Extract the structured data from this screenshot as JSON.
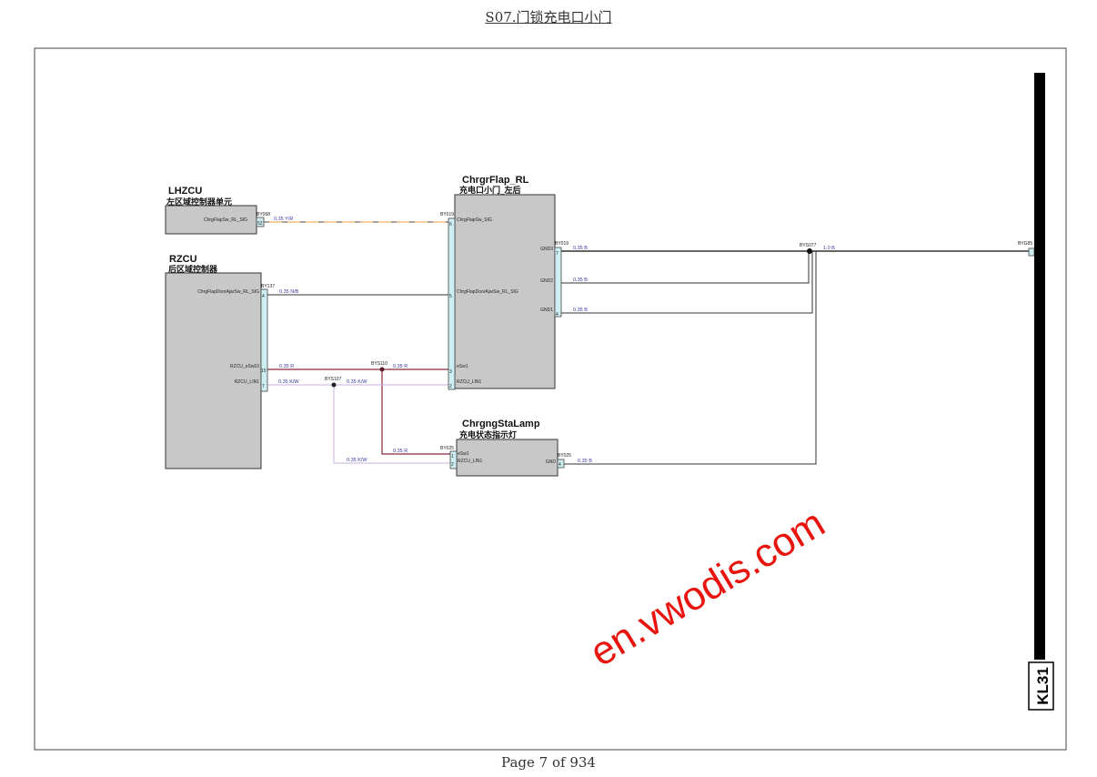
{
  "page_title": "S07.门锁充电口小门",
  "footer": "Page 7 of 934",
  "watermark": "en.vwodis.com",
  "ground_bus": "KL31",
  "components": {
    "lhzcu": {
      "name": "LHZCU",
      "name_cn": "左区域控制器单元",
      "connector": "BY068",
      "pin_label": "ChrgFlapSw_RL_SIG",
      "pin": "52"
    },
    "rzcu": {
      "name": "RZCU",
      "name_cn": "后区域控制器",
      "connector": "BY137",
      "pins": [
        {
          "label": "ChrgFlapDoorAjarSw_RL_SIG",
          "num": "4"
        },
        {
          "label": "RZCU_eSw10",
          "num": "15"
        },
        {
          "label": "RZCU_LIN1",
          "num": "7"
        }
      ]
    },
    "flap": {
      "name": "ChrgrFlap_RL",
      "name_cn": "充电口小门_左后",
      "connector_left": "BY019",
      "connector_right": "BY019",
      "left_pins": [
        {
          "label": "ChrgFlapSw_SIG",
          "num": "6"
        },
        {
          "label": "ChrgFlapDoorAjarSw_RL_SIG",
          "num": "5"
        },
        {
          "label": "eSw1",
          "num": "3"
        },
        {
          "label": "RZCU_LIN1",
          "num": "2"
        }
      ],
      "right_pins": [
        {
          "label": "GND3",
          "num": "7"
        },
        {
          "label": "GND2",
          "num": ""
        },
        {
          "label": "GND1",
          "num": "4"
        }
      ]
    },
    "lamp": {
      "name": "ChrgngStaLamp",
      "name_cn": "充电状态指示灯",
      "connector_left": "BY025",
      "connector_right": "BY025",
      "left_pins": [
        {
          "label": "eSw1",
          "num": "1"
        },
        {
          "label": "RZCU_LIN1",
          "num": "2"
        }
      ],
      "right_pins": [
        {
          "label": "GND",
          "num": "4"
        }
      ]
    }
  },
  "splices": {
    "bys110": "BYS110",
    "bys107": "BYS107",
    "bys077": "BYS077",
    "byg85": "BYG85"
  },
  "wires": {
    "yr": "0.35  Y/R",
    "nb": "0.35  N/B",
    "r1": "0.35  R",
    "r2": "0.35  R",
    "r3": "0.35  R",
    "kw1": "0.35  K/W",
    "kw2": "0.35  K/W",
    "kw3": "0.35  K/W",
    "b1": "0.35  B",
    "b2": "0.35  B",
    "b3": "0.35  B",
    "b4": "0.35  B",
    "main": "1.0  B"
  },
  "colors": {
    "wire_yr": "#f0b060",
    "wire_r": "#8a2a3a",
    "wire_kw": "#c8b0dc",
    "wire_b": "#333333",
    "watermark": "#e8140e",
    "connector": "#cdeef2",
    "module": "#c8c8c8"
  }
}
